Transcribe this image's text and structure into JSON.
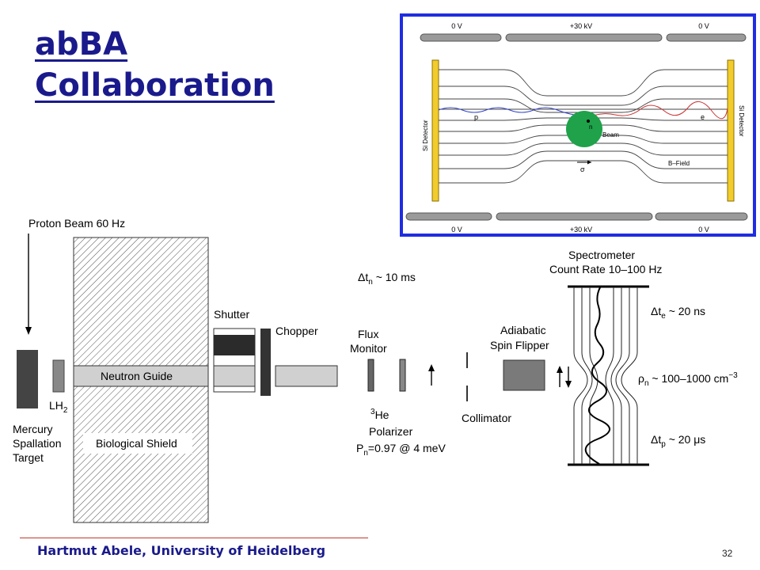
{
  "slide": {
    "title_line1": "abBA",
    "title_line2": "Collaboration",
    "author": "Hartmut Abele, University of Heidelberg",
    "page_number": "32"
  },
  "inset": {
    "top_voltages": [
      "0 V",
      "+30 kV",
      "0 V"
    ],
    "bottom_voltages": [
      "0 V",
      "+30 kV",
      "0 V"
    ],
    "left_detector": "Si Detector",
    "right_detector": "Si Detector",
    "proton": "p",
    "electron": "e",
    "neutron": "n",
    "beam": "Beam",
    "bfield": "B–Field",
    "sigma": "σ"
  },
  "diagram": {
    "proton_beam": "Proton Beam 60 Hz",
    "mercury_1": "Mercury",
    "mercury_2": "Spallation",
    "mercury_3": "Target",
    "lh2": "LH",
    "lh2_sub": "2",
    "neutron_guide": "Neutron Guide",
    "biological_shield": "Biological Shield",
    "shutter": "Shutter",
    "chopper": "Chopper",
    "dtn_delta": "Δt",
    "dtn_sub": "n",
    "dtn_value": " ~ 10 ms",
    "flux_1": "Flux",
    "flux_2": "Monitor",
    "he_sup": "3",
    "he": "He",
    "polarizer": "Polarizer",
    "pn_p": "P",
    "pn_sub": "n",
    "pn_value": "=0.97 @ 4 meV",
    "collimator": "Collimator",
    "flipper_1": "Adiabatic",
    "flipper_2": "Spin Flipper",
    "spectrometer_1": "Spectrometer",
    "spectrometer_2": "Count Rate 10–100 Hz",
    "dte_delta": "Δt",
    "dte_sub": "e",
    "dte_value": " ~ 20 ns",
    "rho_symbol": "ρ",
    "rho_sub": "n",
    "rho_value": " ~ 100–1000 cm",
    "rho_sup": "−3",
    "dtp_delta": "Δt",
    "dtp_sub": "p",
    "dtp_value": " ~ 20 μs"
  }
}
